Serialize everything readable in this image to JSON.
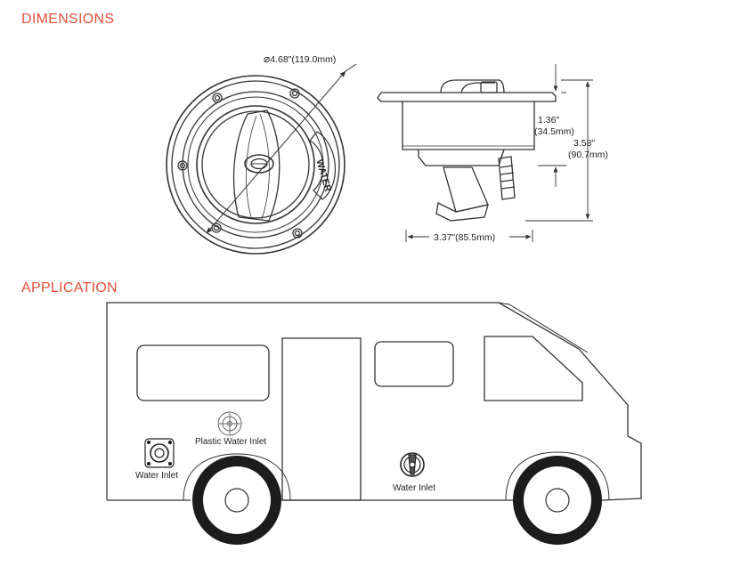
{
  "sections": {
    "dimensions": "DIMENSIONS",
    "application": "APPLICATION"
  },
  "front_view": {
    "diameter": "4.68\"(119.0mm)",
    "cap_text": "WATER"
  },
  "side_view": {
    "height_small_in": "1.36\"",
    "height_small_mm": "(34.5mm)",
    "height_total_in": "3.58\"",
    "height_total_mm": "(90.7mm)",
    "width": "3.37\"(85.5mm)"
  },
  "application": {
    "label_plastic_inlet": "Plastic Water Inlet",
    "label_water_inlet_left": "Water Inlet",
    "label_water_inlet_right": "Water Inlet"
  },
  "colors": {
    "title": "#e8503a",
    "line": "#333333"
  }
}
